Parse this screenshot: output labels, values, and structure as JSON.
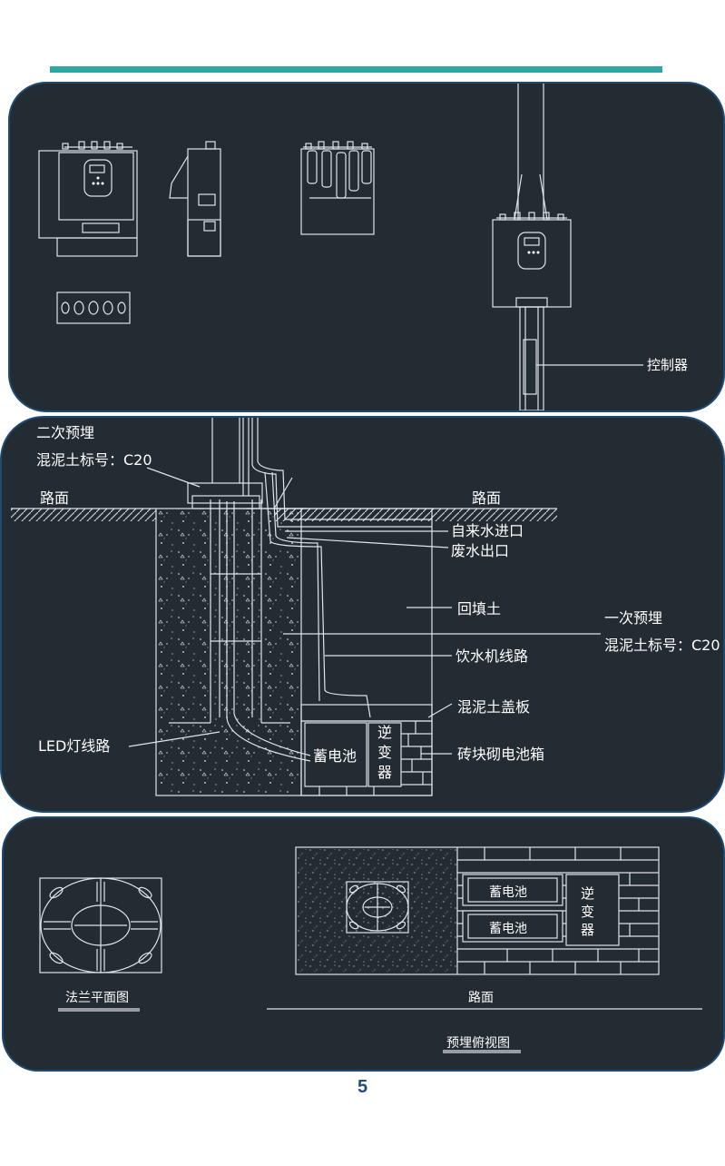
{
  "panel1": {
    "labels": {
      "controller": "控制器"
    }
  },
  "panel2": {
    "labels": {
      "secondary_embed": "二次预埋",
      "secondary_concrete": "混泥土标号：C20",
      "road_left": "路面",
      "road_right": "路面",
      "water_inlet": "自来水进口",
      "waste_outlet": "废水出口",
      "backfill": "回填土",
      "primary_embed": "一次预埋",
      "primary_concrete": "混泥土标号：C20",
      "dispenser_line": "饮水机线路",
      "concrete_cover": "混泥土盖板",
      "led_line": "LED灯线路",
      "battery": "蓄电池",
      "inverter_1": "逆",
      "inverter_2": "变",
      "inverter_3": "器",
      "brick_box": "砖块砌电池箱"
    }
  },
  "panel3": {
    "labels": {
      "flange_plan": "法兰平面图",
      "battery_top": "蓄电池",
      "battery_bottom": "蓄电池",
      "inverter_1": "逆",
      "inverter_2": "变",
      "inverter_3": "器",
      "road": "路面",
      "top_view": "预埋俯视图"
    }
  },
  "page_number": "5",
  "colors": {
    "accent": "#2fa7a0",
    "panel_bg": "#232b33",
    "panel_border": "#1f4b73",
    "page_number": "#1f4b8c"
  }
}
